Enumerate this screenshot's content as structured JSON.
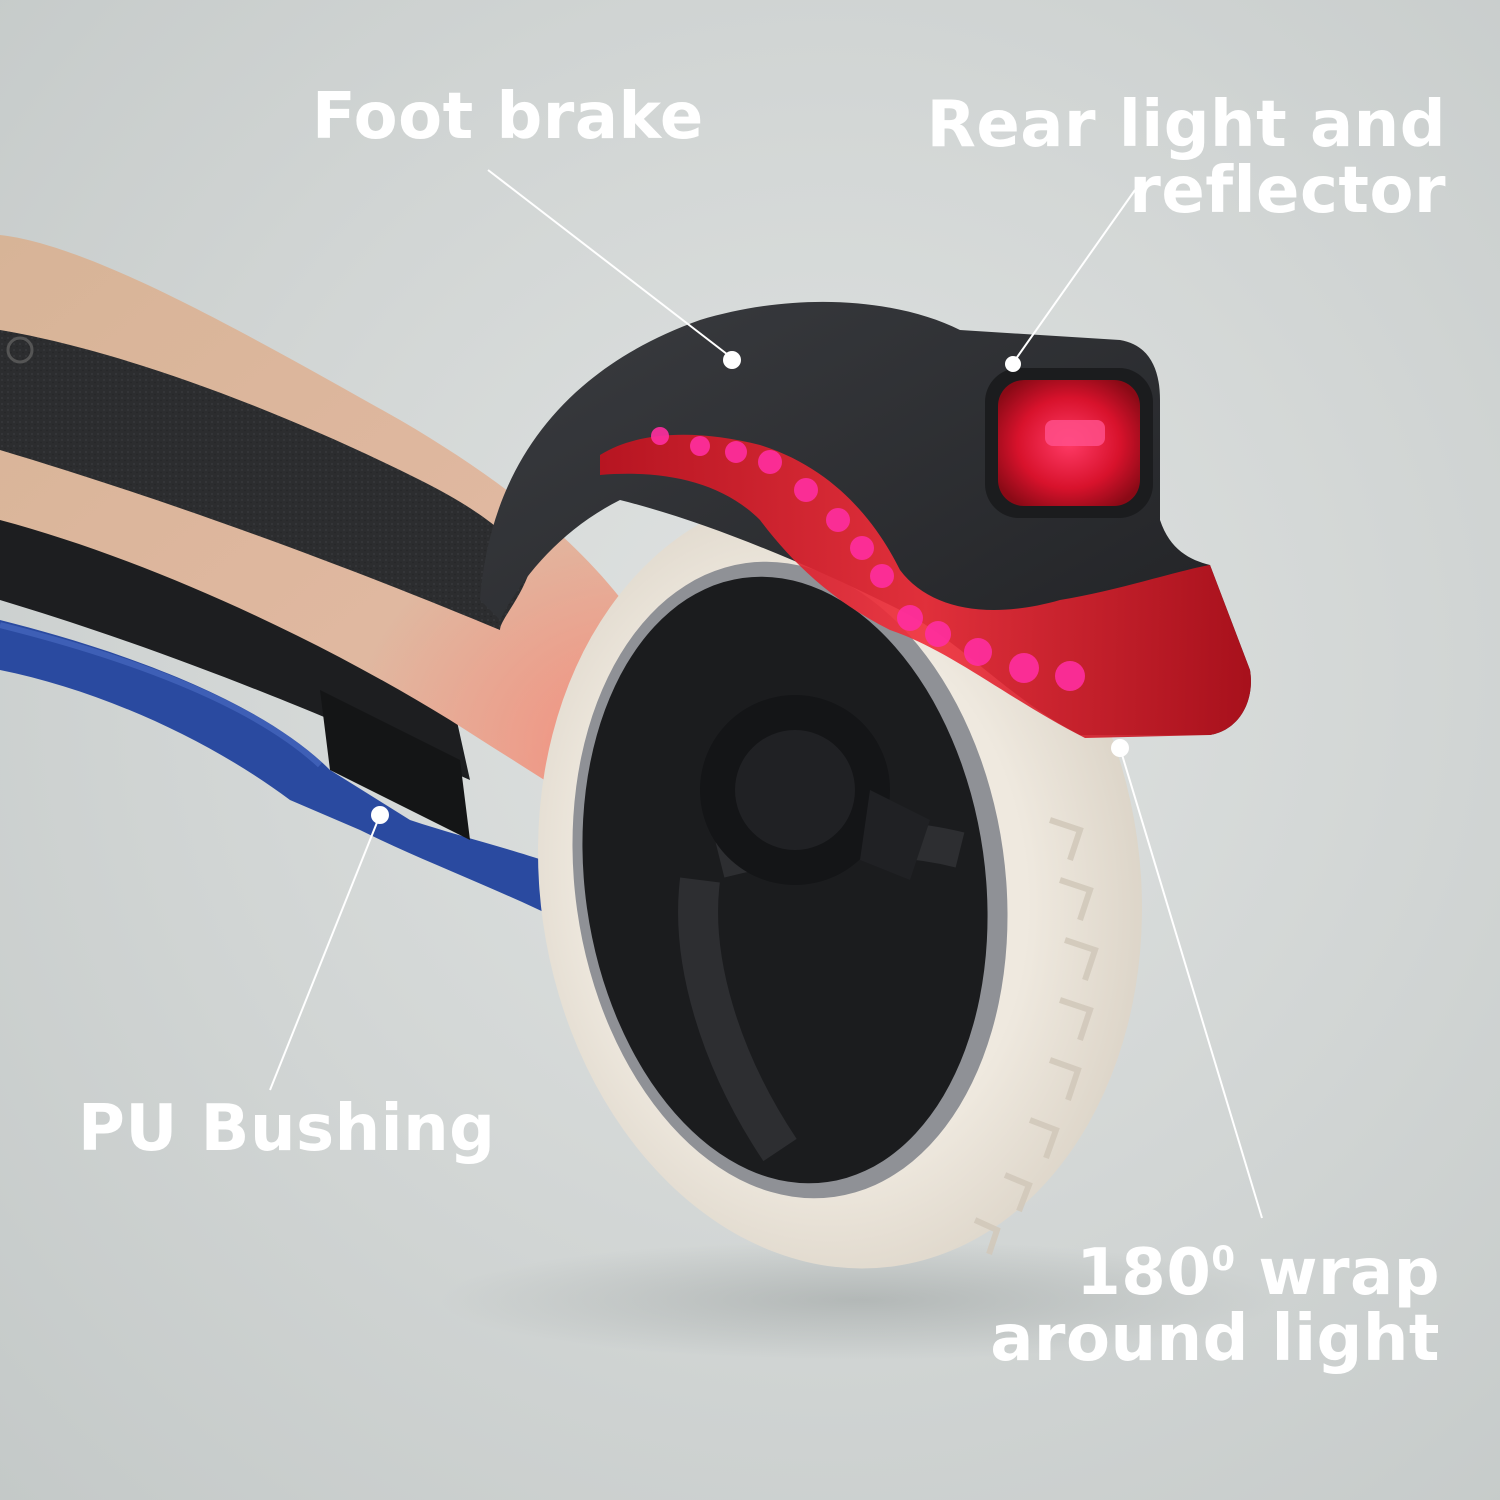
{
  "callouts": {
    "foot_brake": "Foot brake",
    "rear_light": [
      "Rear light and",
      "reflector"
    ],
    "pu_bushing": "PU Bushing",
    "wrap_light": {
      "line1_number": "180",
      "line1_degree": "0",
      "line1_rest": " wrap",
      "line2": "around light"
    }
  },
  "colors": {
    "background": "#d3d7d6",
    "label_text": "#ffffff",
    "fender": "#2a2b2d",
    "led_red": "#e3202e",
    "tire": "#ece5da",
    "frame_blue": "#2a4aa0",
    "deck_wood": "#d9b08c",
    "grip_tape": "#2b2c2e"
  },
  "image_subject": "Kids electric scooter rear wheel with fender light, reflector, foot brake and blue frame"
}
